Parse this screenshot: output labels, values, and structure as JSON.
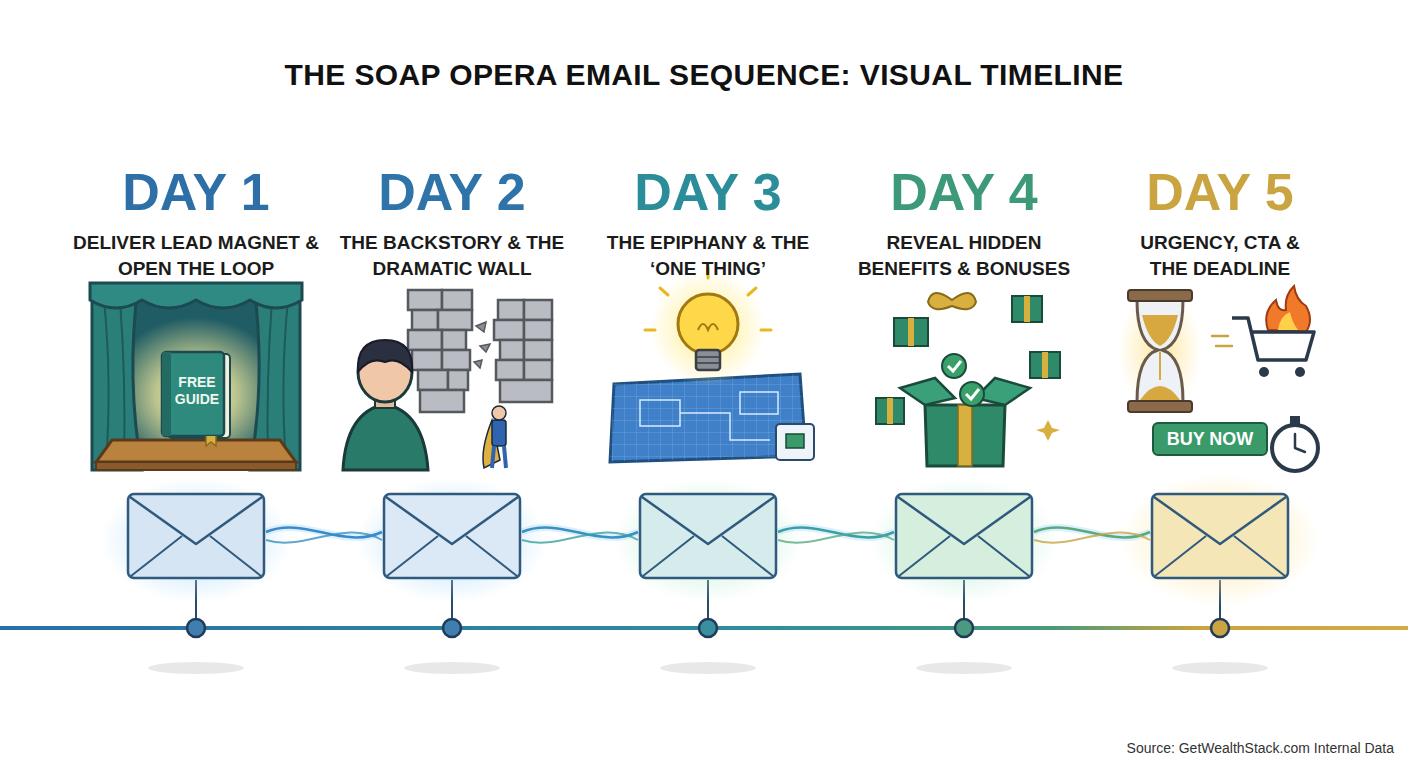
{
  "diagram": {
    "title": "THE SOAP OPERA EMAIL SEQUENCE: VISUAL TIMELINE",
    "nodes": [
      {
        "text": [
          "DAY 1",
          "DELIVER LEAD MAGNET & OPEN THE LOOP"
        ]
      },
      {
        "text": [
          "DAY 2",
          "THE BACKSTORY & THE DRAMATIC WALL"
        ]
      },
      {
        "text": [
          "DAY 3",
          "THE EPIPHANY & THE ‘ONE THING’"
        ]
      },
      {
        "text": [
          "DAY 4",
          "REVEAL HIDDEN BENEFITS & BONUSES"
        ]
      },
      {
        "text": [
          "DAY 5",
          "URGENCY, CTA & THE DEADLINE"
        ]
      },
      {
        "text": [
          "FREE GUIDE"
        ]
      },
      {
        "text": [
          "BUY NOW"
        ]
      }
    ],
    "edges": [
      {
        "from": 0,
        "to": 1,
        "arrow": "none"
      },
      {
        "from": 1,
        "to": 2,
        "arrow": "none"
      },
      {
        "from": 2,
        "to": 3,
        "arrow": "none"
      },
      {
        "from": 3,
        "to": 4,
        "arrow": "none"
      }
    ],
    "labels": [
      "Source: GetWealthStack.com Internal Data"
    ]
  }
}
